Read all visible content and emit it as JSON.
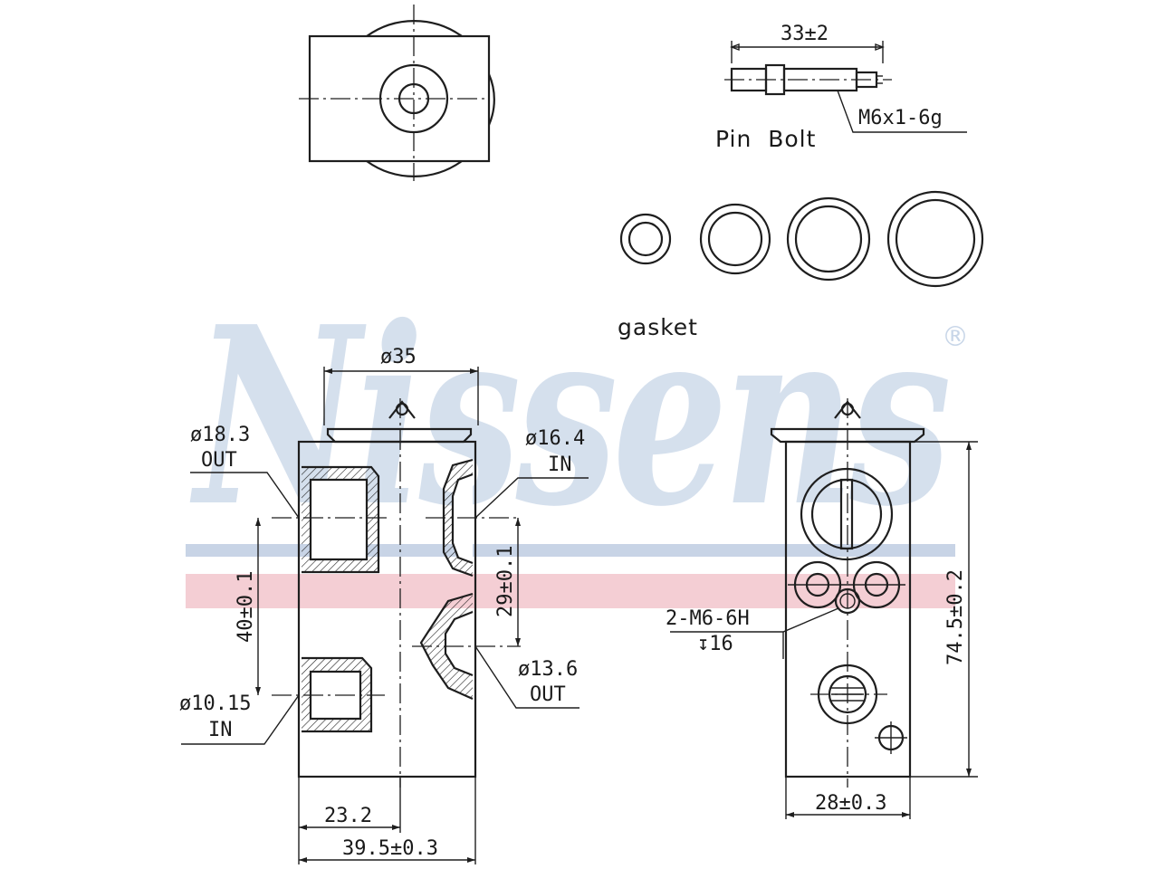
{
  "watermark": {
    "brand": "Nissens",
    "registered_mark": "®",
    "line_blue": "#c8d4e6",
    "line_pink": "#f2c6cc",
    "text_color": "#c8d6e8"
  },
  "top_view": {},
  "pin_bolt": {
    "length_dim": "33±2",
    "thread_callout": "M6x1-6g",
    "caption": "Pin  Bolt"
  },
  "gaskets": {
    "caption": "gasket",
    "count": 4
  },
  "front_view": {
    "top_dia": "ø35",
    "outlet_large_dia": "ø18.3",
    "outlet_large_label": "OUT",
    "inlet_small_dia": "ø16.4",
    "inlet_small_label": "IN",
    "center_dim": "40±0.1",
    "vertical_spacing": "29±0.1",
    "outlet_small_dia": "ø13.6",
    "outlet_small_label": "OUT",
    "inlet_large_dia": "ø10.15",
    "inlet_large_label": "IN",
    "width_partial": "23.2",
    "width_total": "39.5±0.3"
  },
  "side_view": {
    "thread_line1": "2-M6-6H",
    "thread_line2": "↧16",
    "height_dim": "74.5±0.2",
    "width_dim": "28±0.3"
  }
}
